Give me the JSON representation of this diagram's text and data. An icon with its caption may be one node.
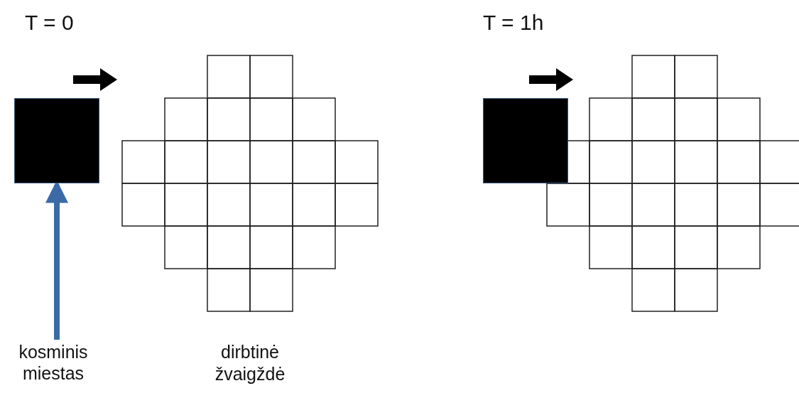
{
  "diagram": {
    "nodes": [
      {
        "text": [],
        "shape": "box"
      },
      {
        "text": [
          "kosminis miestas"
        ]
      },
      {
        "text": [],
        "shape": "box"
      }
    ],
    "edges": [
      {
        "from": 1,
        "to": 0,
        "arrow": "to",
        "color": "#3b6aa6"
      }
    ],
    "labels": [
      "T = 0",
      "T = 1h",
      "dirbtinė žvaigždė"
    ]
  }
}
